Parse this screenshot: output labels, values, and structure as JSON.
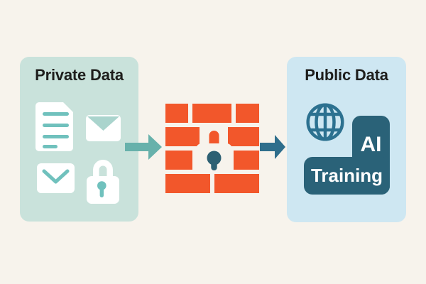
{
  "diagram": {
    "background_color": "#f7f3ec",
    "title_text_color": "#1e1e1c",
    "private_card": {
      "title": "Private Data",
      "bg_color": "#c9e2db",
      "icon_base_color": "#ffffff",
      "icon_accent_color": "#70c1bd",
      "envelope_flap_color": "#aad4cd",
      "icons": [
        "document-icon",
        "envelope-closed-icon",
        "envelope-open-icon",
        "padlock-icon"
      ]
    },
    "flow": {
      "inbound_arrow_color": "#67b1ab",
      "outbound_arrow_color": "#2f6e8c"
    },
    "firewall": {
      "brick_color": "#f2572b",
      "mortar_color": "#f7f3ec",
      "lock_fill_color": "#f7f3ec",
      "keyhole_color": "#2d6073"
    },
    "public_card": {
      "title": "Public Data",
      "bg_color": "#cee7f2",
      "globe_color": "#2c7190",
      "badge": {
        "line1": "AI",
        "line2": "Training",
        "bg_color": "#2a6278",
        "text_color": "#ffffff"
      }
    }
  }
}
